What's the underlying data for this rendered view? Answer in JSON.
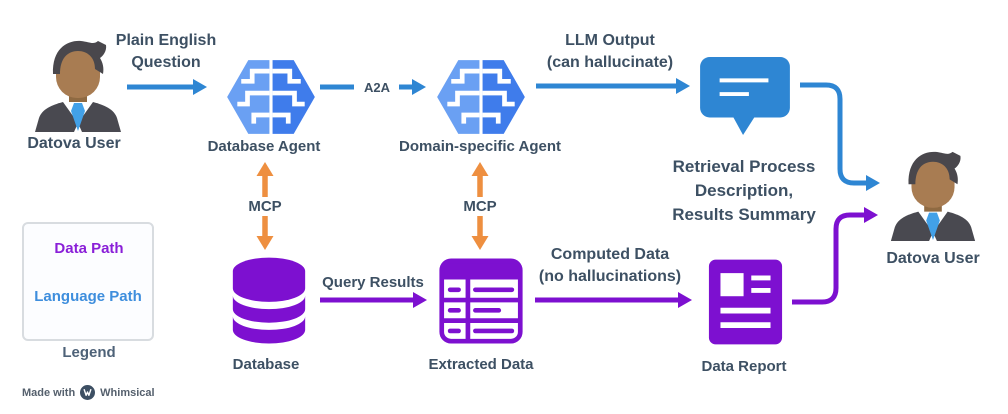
{
  "colors": {
    "blue": "#2e86d3",
    "purple": "#7d10d0",
    "purpleText": "#8a1fd8",
    "legendBlue": "#3e8edd",
    "orange": "#ee8f40",
    "navy": "#3d5063",
    "brainLight": "#6aa0f3",
    "brainDark": "#3f7ceb",
    "skin": "#a87c52",
    "skinShadow": "#8f6a42",
    "hair": "#49474c",
    "suit": "#494950",
    "tie": "#42a1e8",
    "legendBorder": "#d8dce0",
    "legendBg": "#fcfdff",
    "watermarkText": "#55606d"
  },
  "nodes": {
    "user_left": {
      "label": "Datova User"
    },
    "database_agent": {
      "label": "Database Agent"
    },
    "domain_agent": {
      "label": "Domain-specific Agent"
    },
    "user_right": {
      "label": "Datova User"
    },
    "database": {
      "label": "Database"
    },
    "extracted_data": {
      "label": "Extracted Data"
    },
    "data_report": {
      "label": "Data Report"
    }
  },
  "edges": {
    "plain_english": {
      "line1": "Plain English",
      "line2": "Question"
    },
    "a2a": {
      "label": "A2A"
    },
    "llm_output": {
      "line1": "LLM Output",
      "line2": "(can hallucinate)"
    },
    "mcp_left": {
      "label": "MCP"
    },
    "mcp_right": {
      "label": "MCP"
    },
    "query_results": {
      "label": "Query Results"
    },
    "computed_data": {
      "line1": "Computed Data",
      "line2": "(no hallucinations)"
    },
    "retrieval": {
      "line1": "Retrieval Process",
      "line2": "Description,",
      "line3": "Results Summary"
    }
  },
  "legend": {
    "title": "Legend",
    "items": [
      {
        "label": "Data Path",
        "color": "#8a1fd8"
      },
      {
        "label": "Language Path",
        "color": "#3e8edd"
      }
    ]
  },
  "watermark": {
    "prefix": "Made with",
    "brand": "Whimsical"
  }
}
